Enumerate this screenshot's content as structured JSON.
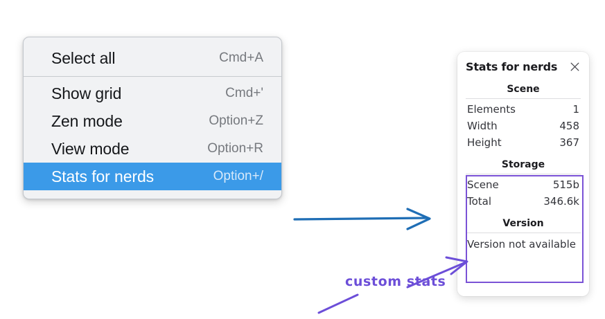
{
  "menu": {
    "groups": [
      {
        "items": [
          {
            "label": "Select all",
            "shortcut": "Cmd+A",
            "selected": false
          }
        ]
      },
      {
        "items": [
          {
            "label": "Show grid",
            "shortcut": "Cmd+'",
            "selected": false
          },
          {
            "label": "Zen mode",
            "shortcut": "Option+Z",
            "selected": false
          },
          {
            "label": "View mode",
            "shortcut": "Option+R",
            "selected": false
          },
          {
            "label": "Stats for nerds",
            "shortcut": "Option+/",
            "selected": true
          }
        ]
      }
    ],
    "items": {
      "select_all": {
        "label": "Select all",
        "shortcut": "Cmd+A"
      },
      "show_grid": {
        "label": "Show grid",
        "shortcut": "Cmd+'"
      },
      "zen_mode": {
        "label": "Zen mode",
        "shortcut": "Option+Z"
      },
      "view_mode": {
        "label": "View mode",
        "shortcut": "Option+R"
      },
      "stats_for_nerds": {
        "label": "Stats for nerds",
        "shortcut": "Option+/"
      }
    },
    "highlight_color": "#3b9ae8"
  },
  "stats_panel": {
    "title": "Stats for nerds",
    "close_icon": "close-icon",
    "sections": {
      "scene": {
        "heading": "Scene",
        "rows": [
          {
            "label": "Elements",
            "value": "1"
          },
          {
            "label": "Width",
            "value": "458"
          },
          {
            "label": "Height",
            "value": "367"
          }
        ]
      },
      "storage": {
        "heading": "Storage",
        "rows": [
          {
            "label": "Scene",
            "value": "515b"
          },
          {
            "label": "Total",
            "value": "346.6k"
          }
        ]
      },
      "version": {
        "heading": "Version",
        "text": "Version not available"
      }
    }
  },
  "annotations": {
    "custom_stats_label": "custom stats",
    "accent_purple": "#7a52d6",
    "accent_blue": "#1f6eb5"
  }
}
